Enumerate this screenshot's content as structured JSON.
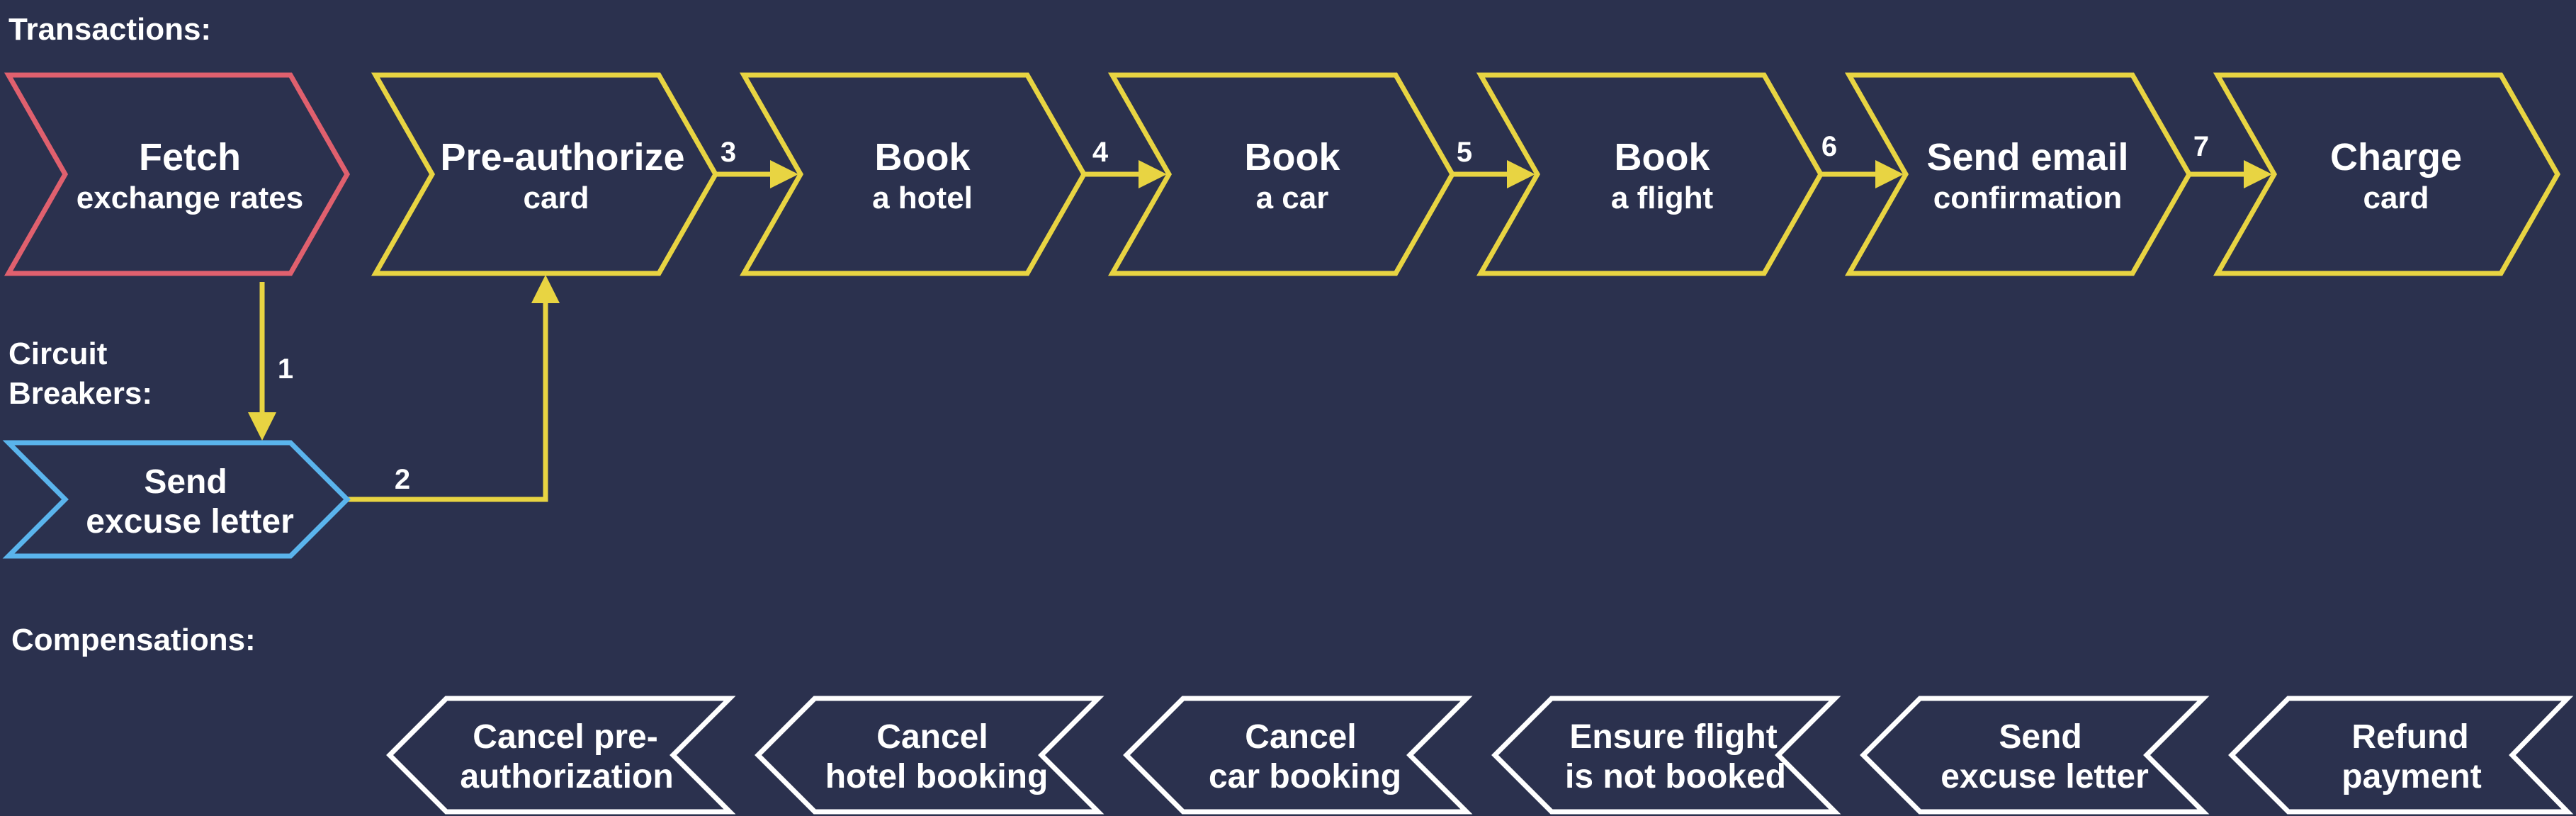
{
  "colors": {
    "background": "#2b314e",
    "transaction": "#e8d442",
    "fetch": "#e0606e",
    "circuit_breaker": "#5ab4ec",
    "text": "#ffffff"
  },
  "sections": {
    "transactions": "Transactions:",
    "circuit_breakers_line1": "Circuit",
    "circuit_breakers_line2": "Breakers:",
    "compensations": "Compensations:"
  },
  "transactions": [
    {
      "line1": "Fetch",
      "line2": "exchange rates"
    },
    {
      "line1": "Pre-authorize",
      "line2": "card"
    },
    {
      "line1": "Book",
      "line2": "a hotel"
    },
    {
      "line1": "Book",
      "line2": "a car"
    },
    {
      "line1": "Book",
      "line2": "a flight"
    },
    {
      "line1": "Send email",
      "line2": "confirmation"
    },
    {
      "line1": "Charge",
      "line2": "card"
    }
  ],
  "circuit_breaker": {
    "line1": "Send",
    "line2": "excuse letter"
  },
  "compensations": [
    {
      "line1": "Cancel pre-",
      "line2": "authorization"
    },
    {
      "line1": "Cancel",
      "line2": "hotel booking"
    },
    {
      "line1": "Cancel",
      "line2": "car booking"
    },
    {
      "line1": "Ensure flight",
      "line2": "is not booked"
    },
    {
      "line1": "Send",
      "line2": "excuse letter"
    },
    {
      "line1": "Refund",
      "line2": "payment"
    }
  ],
  "step_numbers": [
    "1",
    "2",
    "3",
    "4",
    "5",
    "6",
    "7"
  ]
}
